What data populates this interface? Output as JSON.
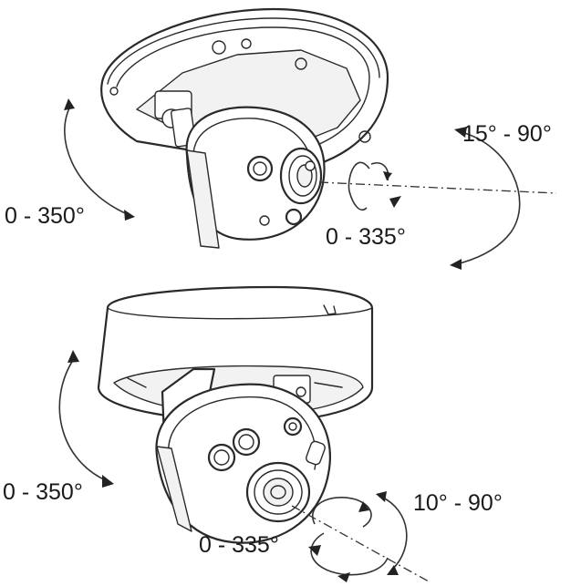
{
  "top_camera": {
    "pan_label": "0 - 350°",
    "tilt_label": "15° - 90°",
    "rotate_label": "0 - 335°"
  },
  "bottom_camera": {
    "pan_label": "0 - 350°",
    "tilt_label": "10° - 90°",
    "rotate_label": "0 - 335°"
  }
}
